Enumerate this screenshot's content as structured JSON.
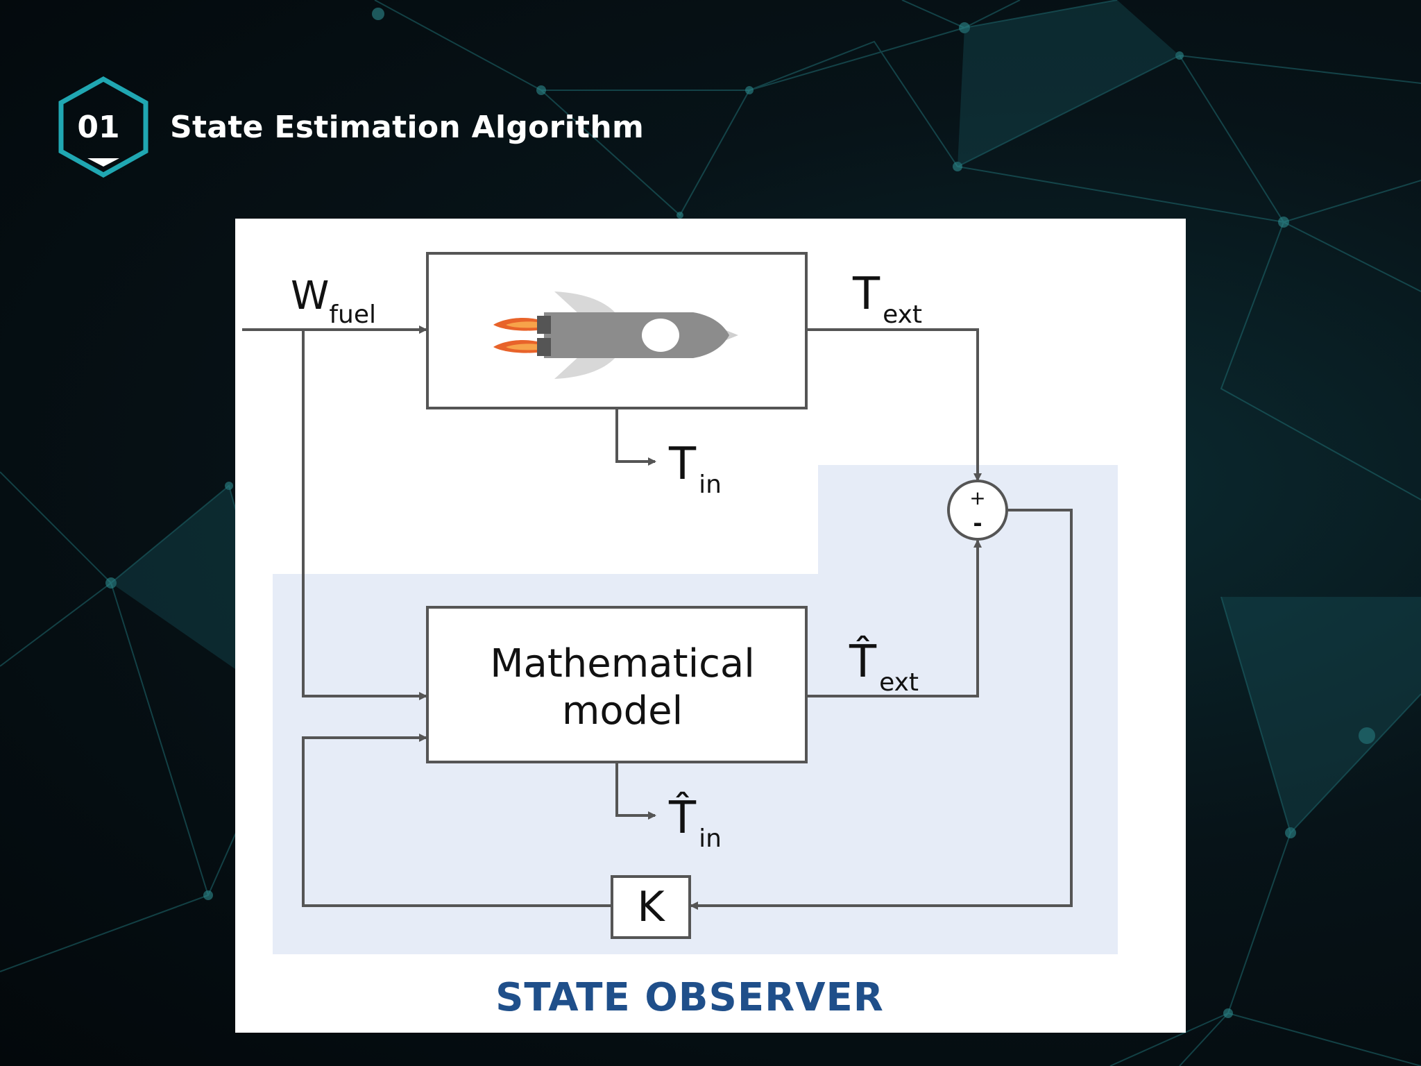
{
  "section": {
    "number": "01",
    "title": "State Estimation Algorithm"
  },
  "diagram": {
    "input_signal": {
      "base": "W",
      "subscript": "fuel"
    },
    "plant_output": {
      "base": "T",
      "subscript": "ext"
    },
    "plant_internal": {
      "base": "T",
      "subscript": "in"
    },
    "model_block": {
      "line1": "Mathematical",
      "line2": "model"
    },
    "estimated_output": {
      "base": "T̂",
      "subscript": "ext"
    },
    "estimated_internal": {
      "base": "T̂",
      "subscript": "in"
    },
    "summing_junction": {
      "plus": "+",
      "minus": "-"
    },
    "gain_block": "K",
    "caption": "STATE OBSERVER"
  }
}
